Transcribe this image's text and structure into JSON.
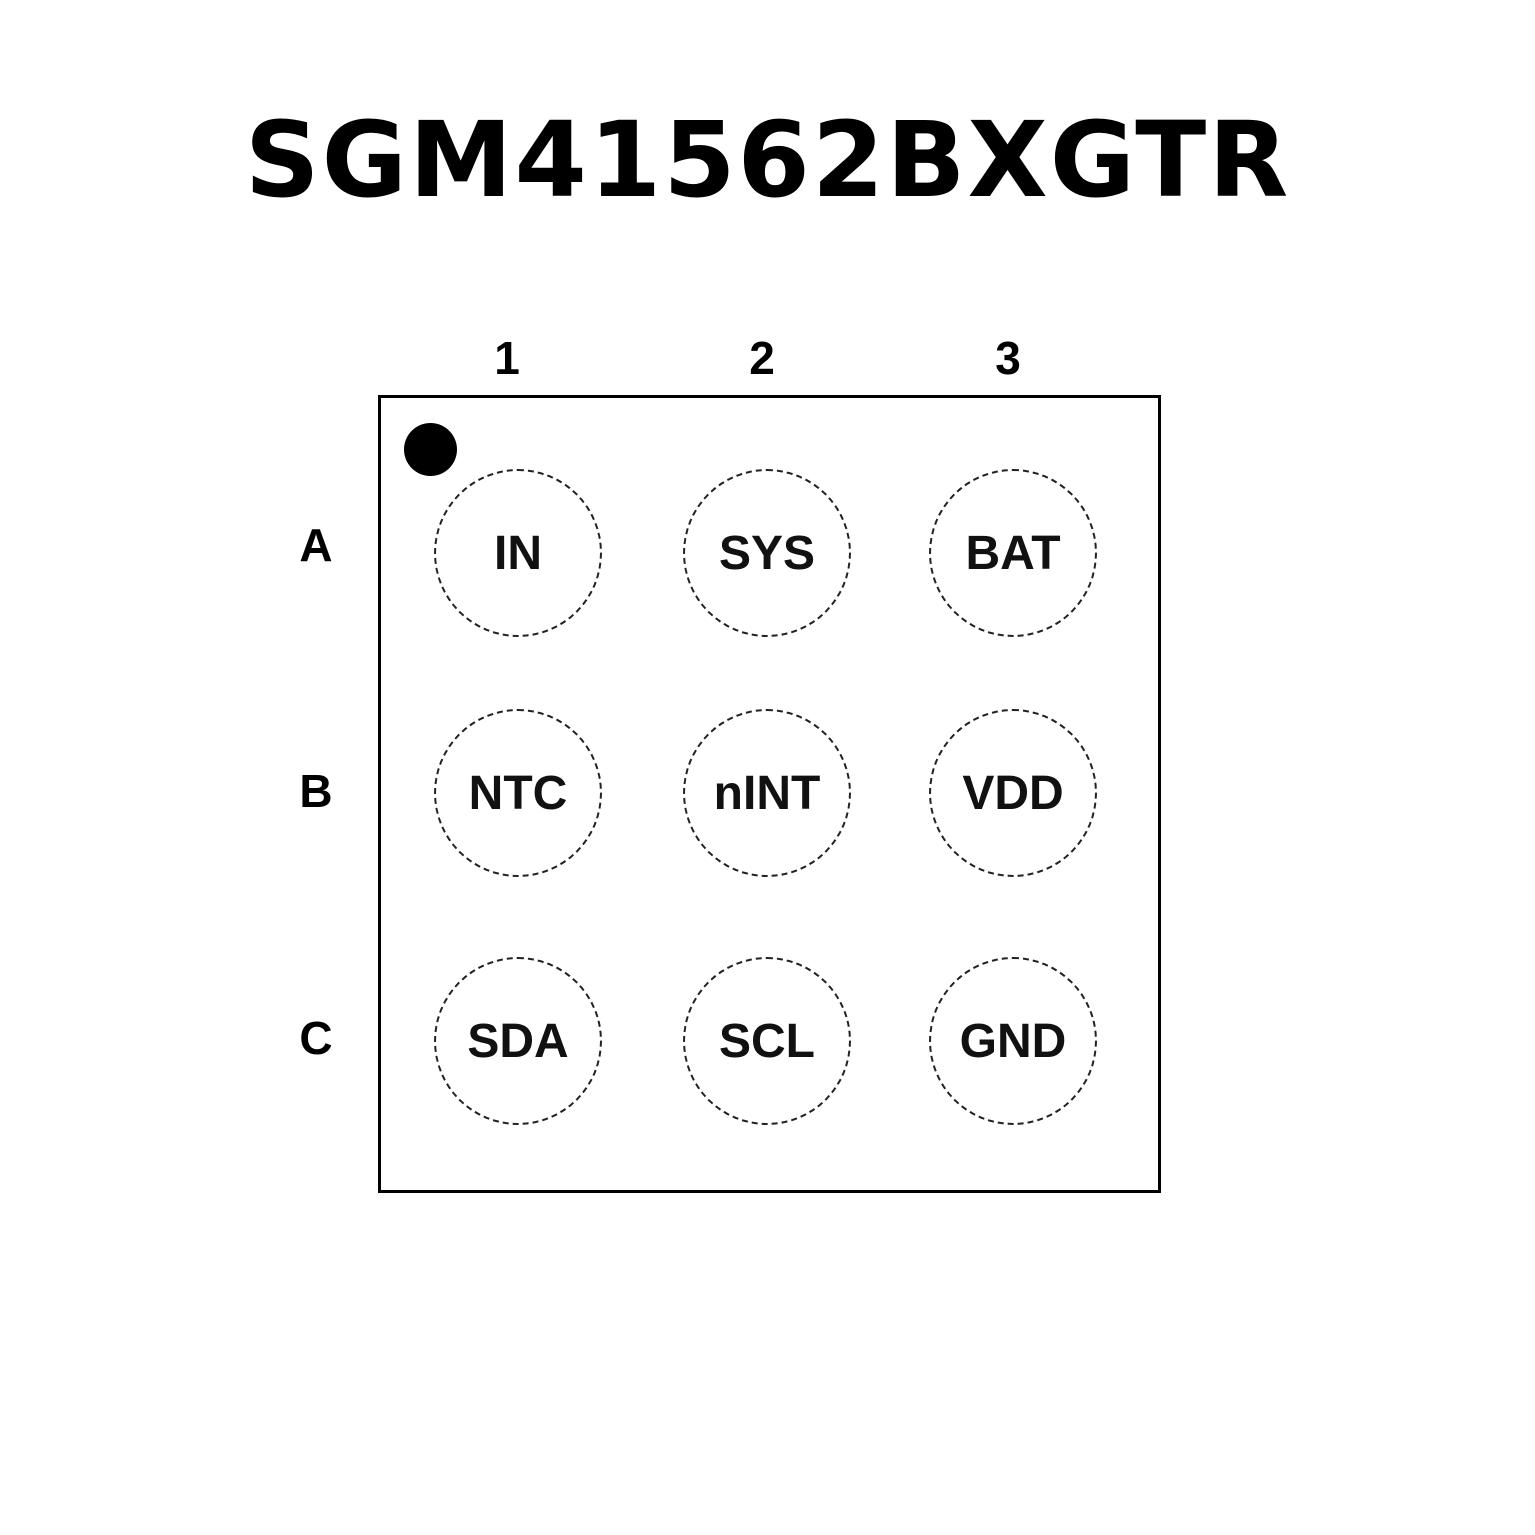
{
  "title": "SGM41562BXGTR",
  "columns": [
    "1",
    "2",
    "3"
  ],
  "rows": [
    "A",
    "B",
    "C"
  ],
  "pins": [
    [
      "IN",
      "SYS",
      "BAT"
    ],
    [
      "NTC",
      "nINT",
      "VDD"
    ],
    [
      "SDA",
      "SCL",
      "GND"
    ]
  ]
}
